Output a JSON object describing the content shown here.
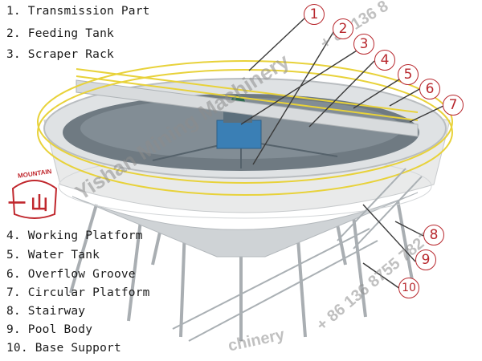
{
  "legend": {
    "top": [
      "1. Transmission Part",
      "2. Feeding Tank",
      "3. Scraper Rack"
    ],
    "bottom": [
      "4. Working Platform",
      "5. Water Tank",
      "6. Overflow Groove",
      "7. Circular Platform",
      "8. Stairway",
      "9. Pool Body",
      "10. Base Support"
    ]
  },
  "callouts": [
    "1",
    "2",
    "3",
    "4",
    "5",
    "6",
    "7",
    "8",
    "9",
    "10"
  ],
  "watermark": {
    "company": "Yishan Mining Machinery",
    "phone_upper": "+ 86 136 8",
    "phone_lower": "+ 86 136 8755 7827",
    "footer": "chinery"
  },
  "logo": {
    "text": "MOUNTAIN",
    "mark": "一山"
  },
  "colors": {
    "callout": "#b8282e",
    "railing": "#e8d23a",
    "tank": "#e9eaea"
  }
}
